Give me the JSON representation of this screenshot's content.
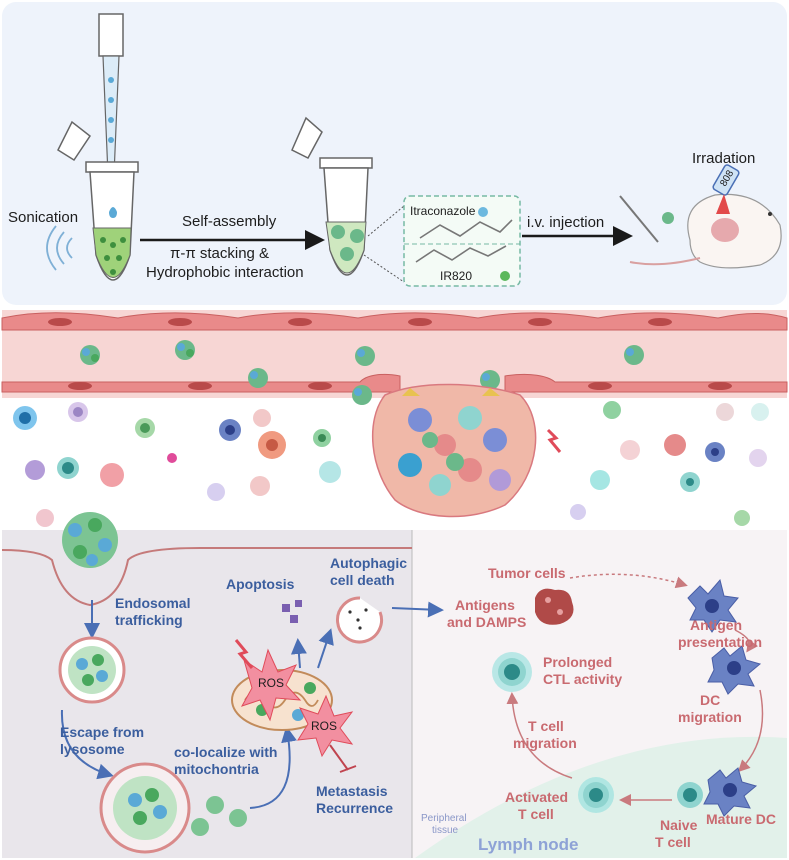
{
  "top": {
    "sonication": "Sonication",
    "self_assembly": "Self-assembly",
    "stacking": "π-π stacking &",
    "hydrophobic": "Hydrophobic interaction",
    "itraconazole": "Itraconazole",
    "ir820": "IR820",
    "injection": "i.v. injection",
    "irradiation": "Irradation",
    "laser_label": "808"
  },
  "cell": {
    "endosomal_1": "Endosomal",
    "endosomal_2": "trafficking",
    "escape_1": "Escape from",
    "escape_2": "lysosome",
    "coloc_1": "co-localize with",
    "coloc_2": "mitochontria",
    "apoptosis": "Apoptosis",
    "autophagic_1": "Autophagic",
    "autophagic_2": "cell death",
    "ros": "ROS",
    "metastasis": "Metastasis",
    "recurrence": "Recurrence"
  },
  "immune": {
    "tumor_cells": "Tumor cells",
    "antigens_1": "Antigens",
    "antigens_2": "and DAMPS",
    "antigen_pres_1": "Antigen",
    "antigen_pres_2": "presentation",
    "prolonged_1": "Prolonged",
    "prolonged_2": "CTL activity",
    "dc_1": "DC",
    "dc_2": "migration",
    "tcell_mig_1": "T cell",
    "tcell_mig_2": "migration",
    "activated_1": "Activated",
    "activated_2": "T cell",
    "naive_1": "Naive",
    "naive_2": "T cell",
    "mature_dc": "Mature DC",
    "peripheral_1": "Peripheral",
    "peripheral_2": "tissue",
    "lymph_node": "Lymph node"
  },
  "colors": {
    "top_bg": "#eef3fb",
    "vessel": "#f7d6d4",
    "cell_panel": "#e9e6eb",
    "blue_text": "#3b5e9e",
    "red_text": "#c96a70"
  }
}
